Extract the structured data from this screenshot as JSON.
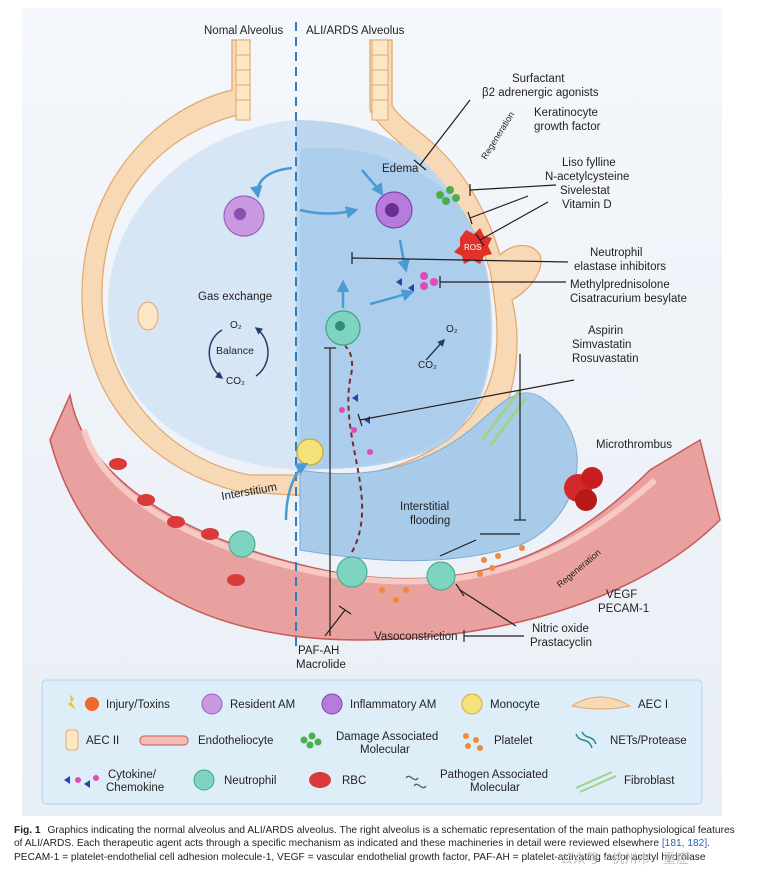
{
  "header": {
    "normal": "Nomal Alveolus",
    "ards": "ALI/ARDS Alveolus"
  },
  "labels": {
    "surfactant": "Surfactant",
    "b2": "β2 adrenergic agonists",
    "kgf1": "Keratinocyte",
    "kgf2": "growth factor",
    "regeneration_top": "Regeneration",
    "edema": "Edema",
    "liso": "Liso fylline",
    "nac": "N-acetylcysteine",
    "sivelestat": "Sivelestat",
    "vitd": "Vitamin D",
    "ros": "ROS",
    "ne1": "Neutrophil",
    "ne2": "elastase inhibitors",
    "mp": "Methylprednisolone",
    "cis": "Cisatracurium besylate",
    "gas": "Gas exchange",
    "o2": "O₂",
    "balance": "Balance",
    "co2": "CO₂",
    "o2b": "O₂",
    "co2b": "CO₂",
    "aspirin": "Aspirin",
    "simva": "Simvastatin",
    "rosuva": "Rosuvastatin",
    "microthrombus": "Microthrombus",
    "interstitium": "Interstitium",
    "if1": "Interstitial",
    "if2": "flooding",
    "regeneration_bottom": "Regeneration",
    "vegf": "VEGF",
    "pecam": "PECAM-1",
    "vaso": "Vasoconstriction",
    "no": "Nitric oxide",
    "prasta": "Prastacyclin",
    "pafah": "PAF-AH",
    "macrolide": "Macrolide"
  },
  "legend": {
    "injury": "Injury/Toxins",
    "resident": "Resident AM",
    "inflam": "Inflammatory AM",
    "monocyte": "Monocyte",
    "aec1": "AEC I",
    "aec2": "AEC II",
    "endo": "Endotheliocyte",
    "damp1": "Damage Associated",
    "damp2": "Molecular",
    "platelet": "Platelet",
    "nets": "NETs/Protease",
    "cyto1": "Cytokine/",
    "cyto2": "Chemokine",
    "neutrophil": "Neutrophil",
    "rbc": "RBC",
    "pamp1": "Pathogen Associated",
    "pamp2": "Molecular",
    "fibroblast": "Fibroblast"
  },
  "caption": {
    "fig": "Fig. 1",
    "text": "Graphics indicating the normal alveolus and ALI/ARDS alveolus. The right alveolus is a schematic representation of the main pathophysiological features of ALI/ARDS. Each therapeutic agent acts through a specific mechanism as indicated and these machineries in detail were reviewed elsewhere",
    "refs": "[181, 182]",
    "text2": ". PECAM-1 = platelet-endothelial cell adhesion molecule-1, VEGF = vascular endothelial growth factor, PAF-AH = platelet-activating factor acetyl hydrolase"
  },
  "watermark": "公众号 · 杭州市 · 重症",
  "colors": {
    "alveolus_light": "#d7e6f5",
    "edema_blue": "#a9cbea",
    "tissue": "#f7d9b5",
    "vessel": "#e9a1a0",
    "rbc": "#d93a3a",
    "neutrophil": "#7fd4c0",
    "macrophage": "#c999e0",
    "legend_bg": "#deeef9",
    "arrow": "#4a9ad4"
  }
}
